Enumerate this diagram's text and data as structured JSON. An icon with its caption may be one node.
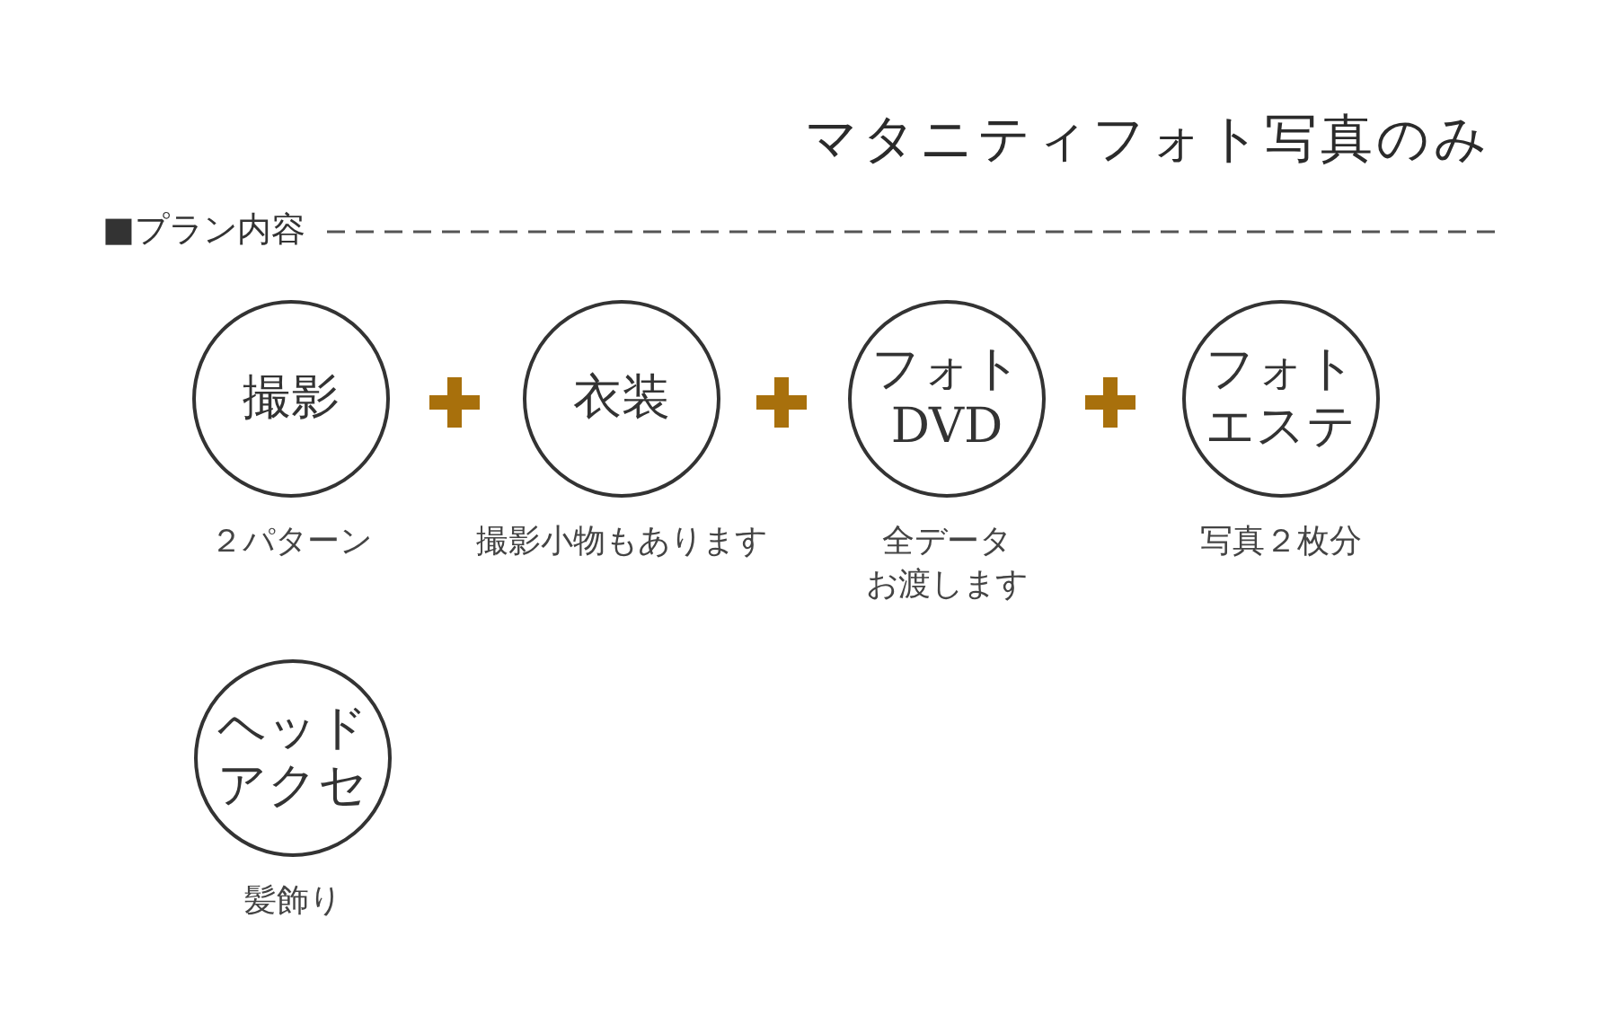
{
  "diagram": {
    "title": "マタニティフォト写真のみ",
    "nodes": [
      {
        "text": [
          "撮影"
        ],
        "beside": [
          "２パターン"
        ]
      },
      {
        "text": [
          "衣装"
        ],
        "beside": [
          "撮影小物もあります"
        ]
      },
      {
        "text": [
          "フォトDVD"
        ],
        "beside": [
          "全データお渡します"
        ]
      },
      {
        "text": [
          "フォトエステ"
        ],
        "beside": [
          "写真２枚分"
        ]
      },
      {
        "text": [
          "ヘッドアクセ"
        ],
        "beside": [
          "髪飾り"
        ]
      }
    ],
    "labels": [
      "■プラン内容"
    ]
  }
}
